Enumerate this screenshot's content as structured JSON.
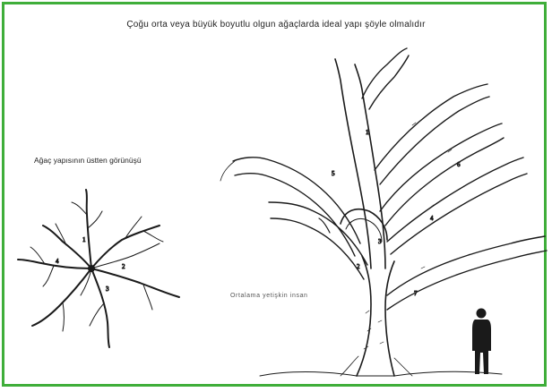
{
  "title": "Çoğu orta veya büyük boyutlu olgun ağaçlarda ideal yapı şöyle olmalıdır",
  "top_view": {
    "label": "Ağaç yapısının üstten görünüşü"
  },
  "side_view": {
    "caption": "Ortalama yetişkin insan"
  },
  "colors": {
    "frame": "#3fae3a",
    "ink": "#1a1a1a"
  }
}
